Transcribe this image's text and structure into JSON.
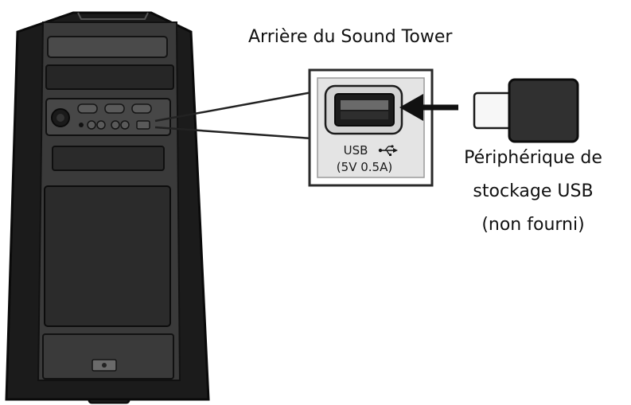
{
  "diagram": {
    "rear_title": "Arrière du Sound Tower",
    "usb_port_label": "USB",
    "usb_port_spec": "(5V 0.5A)",
    "usb_device_label": {
      "line1": "Périphérique de",
      "line2": "stockage USB",
      "line3": "(non fourni)"
    },
    "icons": [
      "usb-symbol-icon",
      "insert-arrow-icon"
    ]
  }
}
